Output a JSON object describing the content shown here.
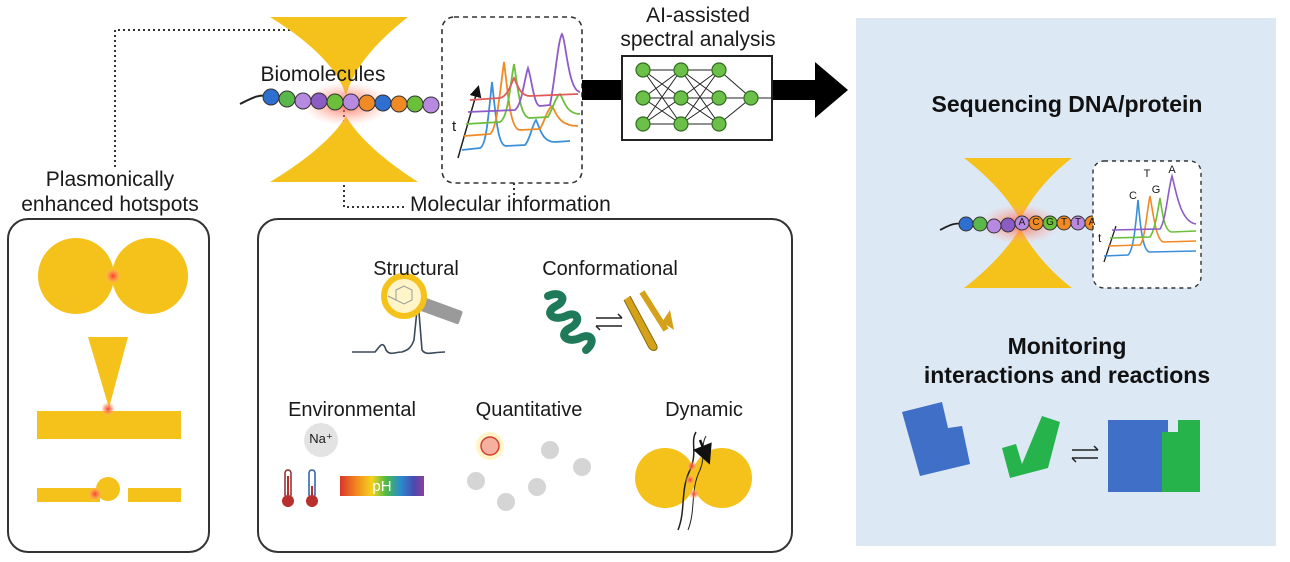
{
  "labels": {
    "plasmonic_line1": "Plasmonically",
    "plasmonic_line2": "enhanced hotspots",
    "biomolecules": "Biomolecules",
    "molecular_information": "Molecular information",
    "ai_line1": "AI-assisted",
    "ai_line2": "spectral analysis",
    "structural": "Structural",
    "conformational": "Conformational",
    "environmental": "Environmental",
    "quantitative": "Quantitative",
    "dynamic": "Dynamic",
    "na_ion": "Na⁺",
    "ph": "pH",
    "sequencing": "Sequencing DNA/protein",
    "monitoring_line1": "Monitoring",
    "monitoring_line2": "interactions and reactions",
    "spectrum_time_axis": "t",
    "seq_time_axis": "t",
    "bases": [
      "A",
      "C",
      "G",
      "T",
      "T",
      "A"
    ],
    "peak_letters": [
      "C",
      "T",
      "G",
      "A"
    ]
  },
  "colors": {
    "gold": "#f5c21b",
    "panel_blue": "#dde8f5",
    "network_green": "#6cc04a",
    "block_blue": "#3f6fc6",
    "block_green": "#27b34b",
    "helix_green": "#1f7a5a",
    "hotspot_red": "#ff6b5a",
    "spectrum_lines": [
      "#3a8fd8",
      "#f08a24",
      "#6bbf3a",
      "#8e5bc8",
      "#e05a5a"
    ]
  },
  "icons": {
    "magnifier": "magnifier-icon",
    "thermometer": "thermometer-icon",
    "arrow": "arrow-right-icon",
    "equilibrium": "equilibrium-arrows-icon"
  }
}
